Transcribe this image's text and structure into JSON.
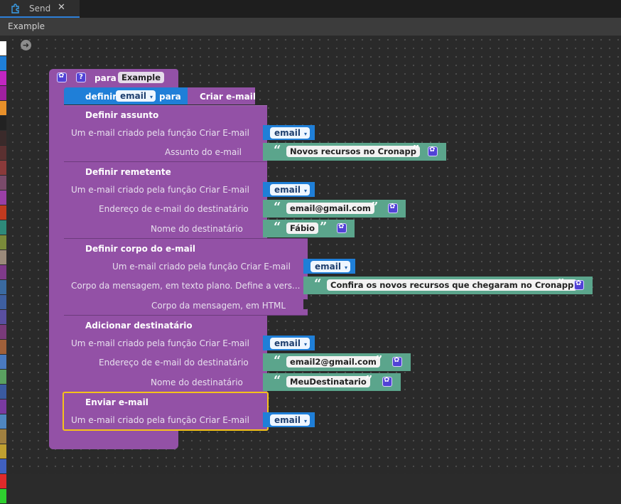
{
  "tab": {
    "label": "Send",
    "close": "✕"
  },
  "header": {
    "title": "Example"
  },
  "palette": [
    "#ffffff",
    "#1f7fd8",
    "#c226c2",
    "#a020a0",
    "#e8902a",
    "#222222",
    "#3a2a2a",
    "#5b3030",
    "#8a3a3a",
    "#7a4a6a",
    "#9a3fa6",
    "#c23a1f",
    "#2e8a7a",
    "#7a8a3a",
    "#9a8a7a",
    "#7f3a8a",
    "#3a6aa0",
    "#3e5fa0",
    "#5a4fa0",
    "#7a3a7a",
    "#a0603a",
    "#4a7ac0",
    "#5aa060",
    "#3a5aa0",
    "#7a3aa0",
    "#4f86c0",
    "#a08040",
    "#c0a030",
    "#4060c0",
    "#e02a2a",
    "#2fd02f"
  ],
  "blocks": {
    "procedure": {
      "prefix": "para",
      "name": "Example"
    },
    "set_var": {
      "label": "definir",
      "var": "email",
      "to": "para",
      "value": "Criar e-mail"
    },
    "assunto": {
      "title": "Definir assunto",
      "arg1": "Um e-mail criado pela função Criar E-mail",
      "var1": "email",
      "arg2": "Assunto do e-mail",
      "str2": "Novos recursos no Cronapp"
    },
    "remetente": {
      "title": "Definir remetente",
      "arg1": "Um e-mail criado pela função Criar E-mail",
      "var1": "email",
      "arg2": "Endereço de e-mail do destinatário",
      "str2": "email@gmail.com",
      "arg3": "Nome do destinatário",
      "str3": "Fábio"
    },
    "corpo": {
      "title": "Definir corpo do e-mail",
      "arg1": "Um e-mail criado pela função Criar E-mail",
      "var1": "email",
      "arg2": "Corpo da mensagem, em texto plano. Define a vers...",
      "str2": "Confira os novos recursos que chegaram no Cronapp",
      "arg3": "Corpo da mensagem, em HTML"
    },
    "destinatario": {
      "title": "Adicionar destinatário",
      "arg1": "Um e-mail criado pela função Criar E-mail",
      "var1": "email",
      "arg2": "Endereço de e-mail do destinatário",
      "str2": "email2@gmail.com",
      "arg3": "Nome do destinatário",
      "str3": "MeuDestinatario"
    },
    "enviar": {
      "title": "Enviar e-mail",
      "arg1": "Um e-mail criado pela função Criar E-mail",
      "var1": "email"
    }
  },
  "quotes": {
    "open": "“",
    "close": "”"
  },
  "help_glyph": "?",
  "caret": "▾",
  "workspace_btn": "➜",
  "colors": {
    "procedure": "#9351a6",
    "variable": "#1f7fd8",
    "text": "#5ba58c",
    "selected": "#f5c21a"
  }
}
